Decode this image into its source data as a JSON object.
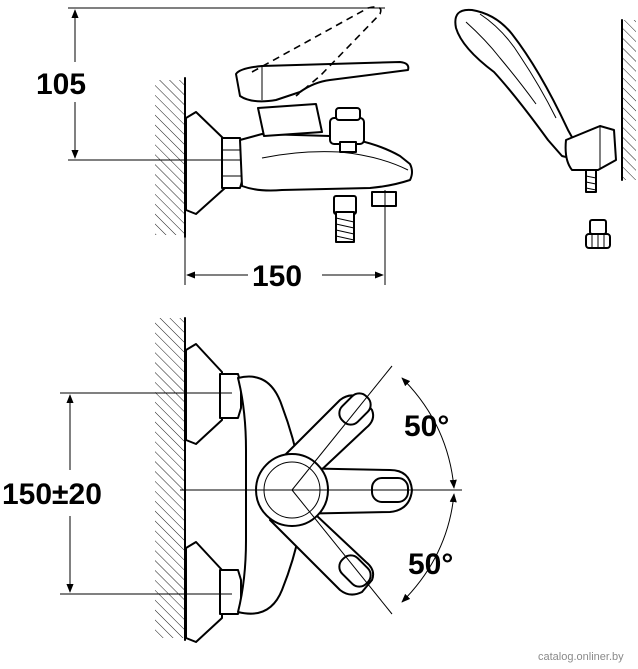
{
  "dimensions": {
    "height_label": "105",
    "depth_label": "150",
    "spacing_label": "150±20",
    "upper_angle_label": "50°",
    "lower_angle_label": "50°"
  },
  "watermark": "catalog.onliner.by"
}
